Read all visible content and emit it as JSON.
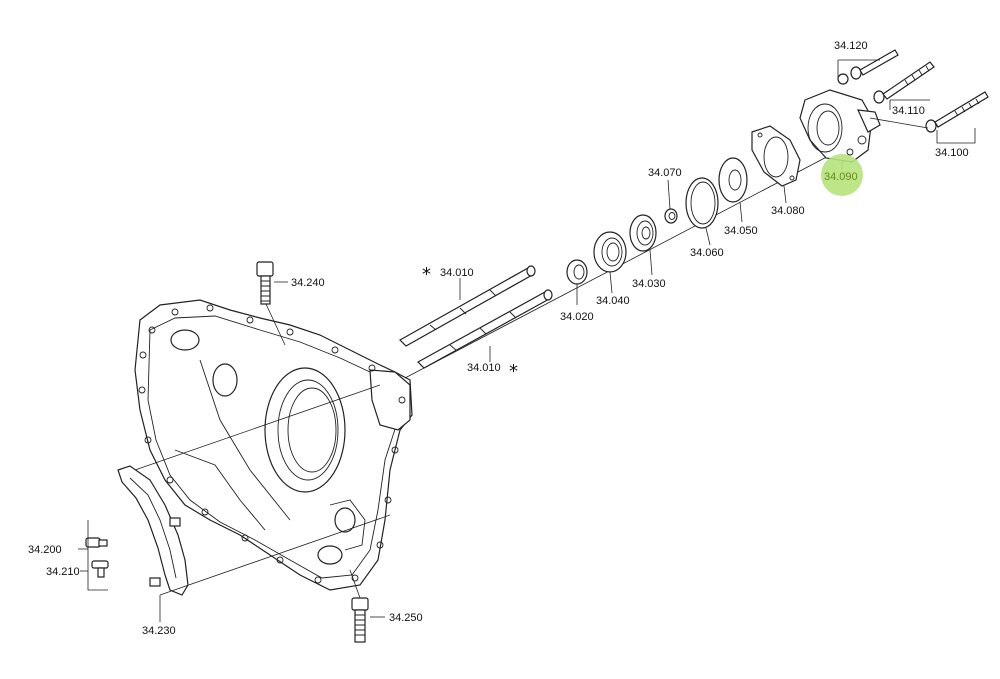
{
  "highlight_color": "#b5e37a",
  "callouts": {
    "p34_010_a": "34.010",
    "p34_010_b": "34.010",
    "p34_020": "34.020",
    "p34_030": "34.030",
    "p34_040": "34.040",
    "p34_050": "34.050",
    "p34_060": "34.060",
    "p34_070": "34.070",
    "p34_080": "34.080",
    "p34_090": "34.090",
    "p34_100": "34.100",
    "p34_110": "34.110",
    "p34_120": "34.120",
    "p34_200": "34.200",
    "p34_210": "34.210",
    "p34_230": "34.230",
    "p34_240": "34.240",
    "p34_250": "34.250"
  },
  "markers": {
    "asterisk": "*"
  }
}
